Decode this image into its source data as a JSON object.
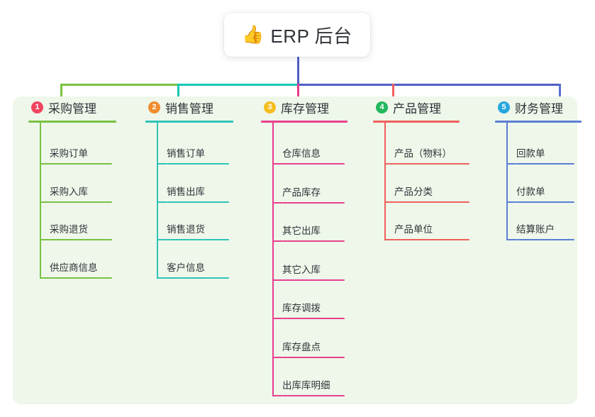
{
  "root": {
    "icon": "thumbs-up-icon",
    "emoji": "👍",
    "title": "ERP 后台"
  },
  "theme": {
    "canvas_bg": "#ffffff",
    "panel_bg": "#eef7ea",
    "text": "#30343a",
    "bus_green": "#7ac143",
    "bus_teal": "#18c7b6",
    "bus_blue": "#4f5fc4",
    "drop_pink": "#ea3e8b",
    "drop_red": "#f0605d",
    "drop_blue": "#5b6fd0",
    "trunk_blue": "#4f5fc4"
  },
  "columns": [
    {
      "index": "1",
      "badge_color": "#f0445f",
      "line_color": "#7ac143",
      "title": "采购管理",
      "items": [
        "采购订单",
        "采购入库",
        "采购退货",
        "供应商信息"
      ]
    },
    {
      "index": "2",
      "badge_color": "#f08c2e",
      "line_color": "#2ec4b6",
      "title": "销售管理",
      "items": [
        "销售订单",
        "销售出库",
        "销售退货",
        "客户信息"
      ]
    },
    {
      "index": "3",
      "badge_color": "#f5bd1f",
      "line_color": "#e8408f",
      "title": "库存管理",
      "items": [
        "仓库信息",
        "产品库存",
        "其它出库",
        "其它入库",
        "库存调拨",
        "库存盘点",
        "出库库明细"
      ]
    },
    {
      "index": "4",
      "badge_color": "#23b85e",
      "line_color": "#f0605d",
      "title": "产品管理",
      "items": [
        "产品（物料）",
        "产品分类",
        "产品单位"
      ]
    },
    {
      "index": "5",
      "badge_color": "#27a6e0",
      "line_color": "#5b7fd4",
      "title": "财务管理",
      "items": [
        "回款单",
        "付款单",
        "结算账户"
      ]
    }
  ]
}
